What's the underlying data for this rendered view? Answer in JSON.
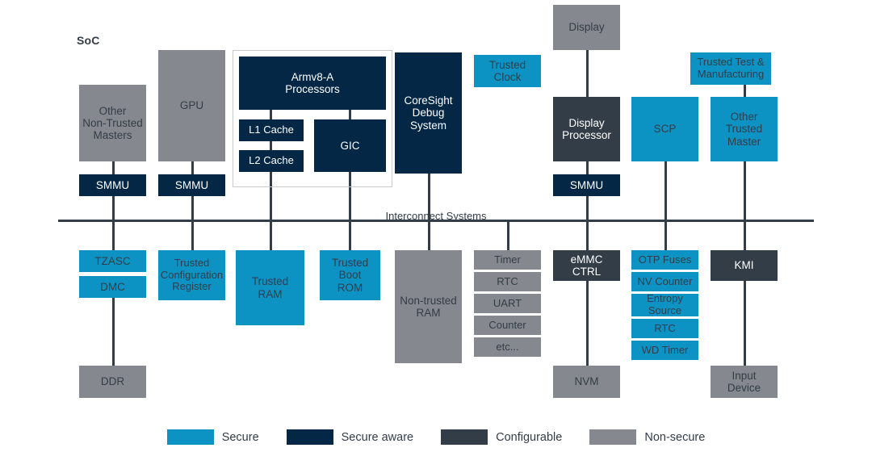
{
  "title": "SoC",
  "bus": {
    "label": "Interconnect Systems"
  },
  "colors": {
    "secure": "#0d92c4",
    "secure_aware": "#032745",
    "configurable": "#333d47",
    "non_secure": "#85898f",
    "line": "#333d47",
    "cluster_border": "#c9cbcd",
    "background": "#ffffff"
  },
  "legend": [
    {
      "label": "Secure",
      "color": "#0d92c4",
      "kind": "secure"
    },
    {
      "label": "Secure aware",
      "color": "#032745",
      "kind": "secure_aware"
    },
    {
      "label": "Configurable",
      "color": "#333d47",
      "kind": "configurable"
    },
    {
      "label": "Non-secure",
      "color": "#85898f",
      "kind": "non_secure"
    }
  ],
  "cluster": {
    "name": "armv8-cluster-group"
  },
  "blocks": {
    "other_non_trusted_masters": "Other\nNon-Trusted\nMasters",
    "smmu_masters": "SMMU",
    "gpu": "GPU",
    "smmu_gpu": "SMMU",
    "armv8_processors": "Armv8-A\nProcessors",
    "l1_cache": "L1 Cache",
    "l2_cache": "L2 Cache",
    "gic": "GIC",
    "coresight": "CoreSight\nDebug\nSystem",
    "trusted_clock": "Trusted\nClock",
    "display": "Display",
    "display_processor": "Display\nProcessor",
    "smmu_display": "SMMU",
    "scp": "SCP",
    "trusted_test": "Trusted Test &\nManufacturing",
    "other_trusted_master": "Other\nTrusted\nMaster",
    "tzasc": "TZASC",
    "dmc": "DMC",
    "ddr": "DDR",
    "trusted_config_register": "Trusted\nConfiguration\nRegister",
    "trusted_ram": "Trusted\nRAM",
    "trusted_boot_rom": "Trusted\nBoot\nROM",
    "non_trusted_ram": "Non-trusted\nRAM",
    "emmc_ctrl": "eMMC\nCTRL",
    "nvm": "NVM",
    "kmi": "KMI",
    "input_device": "Input\nDevice"
  },
  "peripheral_stack_non_secure": [
    "Timer",
    "RTC",
    "UART",
    "Counter",
    "etc..."
  ],
  "peripheral_stack_secure": [
    "OTP Fuses",
    "NV Counter",
    "Entropy\nSource",
    "RTC",
    "WD Timer"
  ]
}
